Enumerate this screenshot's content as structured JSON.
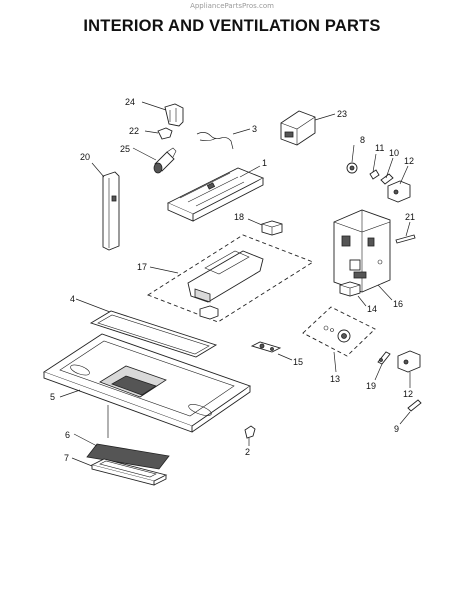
{
  "watermark": "AppliancePartsPros.com",
  "title": "INTERIOR AND VENTILATION PARTS",
  "callouts": {
    "c1": "1",
    "c2": "2",
    "c3": "3",
    "c4": "4",
    "c5": "5",
    "c6": "6",
    "c7": "7",
    "c8": "8",
    "c9": "9",
    "c10": "10",
    "c11": "11",
    "c12a": "12",
    "c12b": "12",
    "c13": "13",
    "c14": "14",
    "c15": "15",
    "c16": "16",
    "c17": "17",
    "c18": "18",
    "c19": "19",
    "c20": "20",
    "c21": "21",
    "c22": "22",
    "c23": "23",
    "c24": "24",
    "c25": "25"
  }
}
